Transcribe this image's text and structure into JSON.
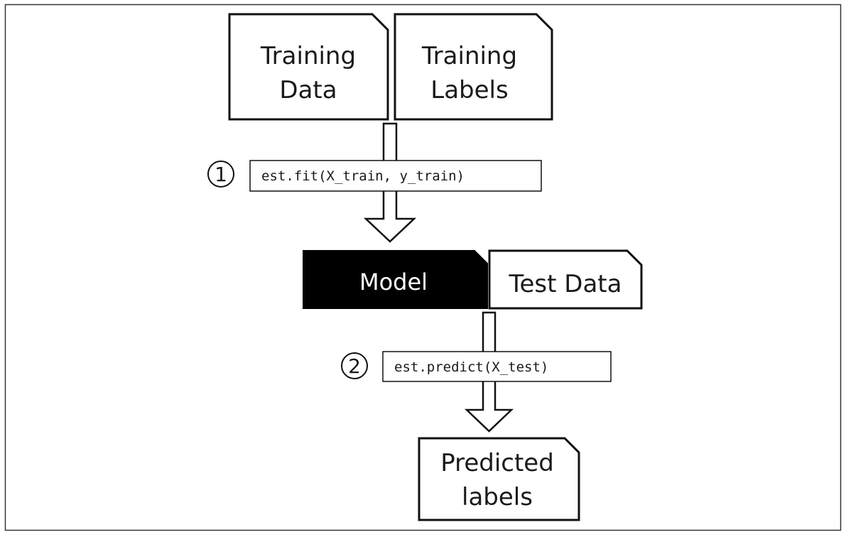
{
  "documents": {
    "training_data": [
      "Training",
      "Data"
    ],
    "training_labels": [
      "Training",
      "Labels"
    ],
    "model": "Model",
    "test_data": "Test Data",
    "predicted_labels": [
      "Predicted",
      "labels"
    ]
  },
  "steps": [
    {
      "number": "1",
      "code": "est.fit(X_train, y_train)"
    },
    {
      "number": "2",
      "code": "est.predict(X_test)"
    }
  ]
}
